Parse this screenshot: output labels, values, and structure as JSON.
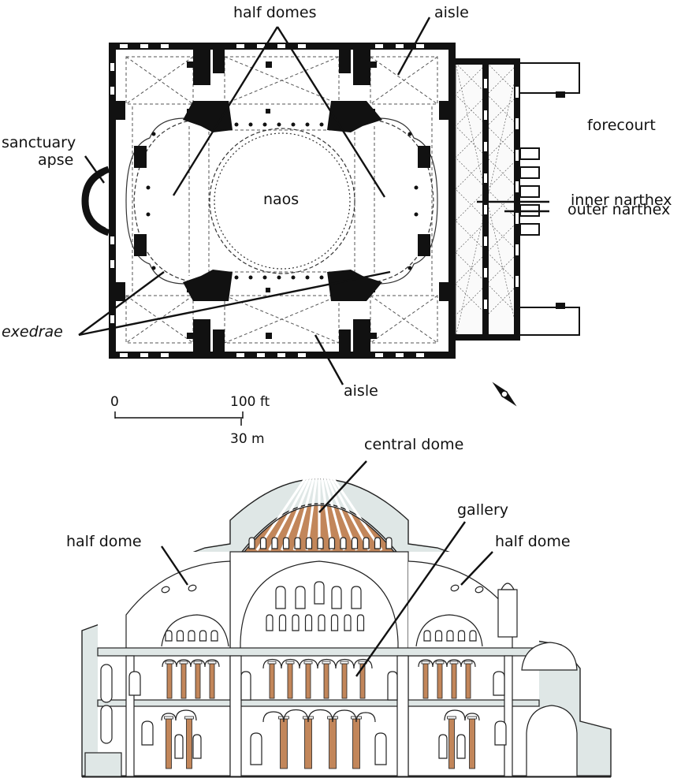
{
  "plan": {
    "labels": {
      "half_domes": "half domes",
      "aisle_top": "aisle",
      "forecourt": "forecourt",
      "sanctuary": "sanctuary",
      "apse": "apse",
      "naos": "naos",
      "inner_narthex": "inner narthex",
      "outer_narthex": "outer narthex",
      "exedrae": "exedrae",
      "aisle_bottom": "aisle"
    },
    "scale": {
      "zero": "0",
      "ft": "100 ft",
      "m": "30 m"
    }
  },
  "section": {
    "labels": {
      "central_dome": "central dome",
      "gallery": "gallery",
      "half_dome_left": "half dome",
      "half_dome_right": "half dome"
    }
  },
  "colors": {
    "wall": "#111111",
    "line": "#222222",
    "section_fill": "#dfe7e6",
    "dome_brown": "#c2865a",
    "column_brown": "#c2865a",
    "paper": "#ffffff"
  }
}
